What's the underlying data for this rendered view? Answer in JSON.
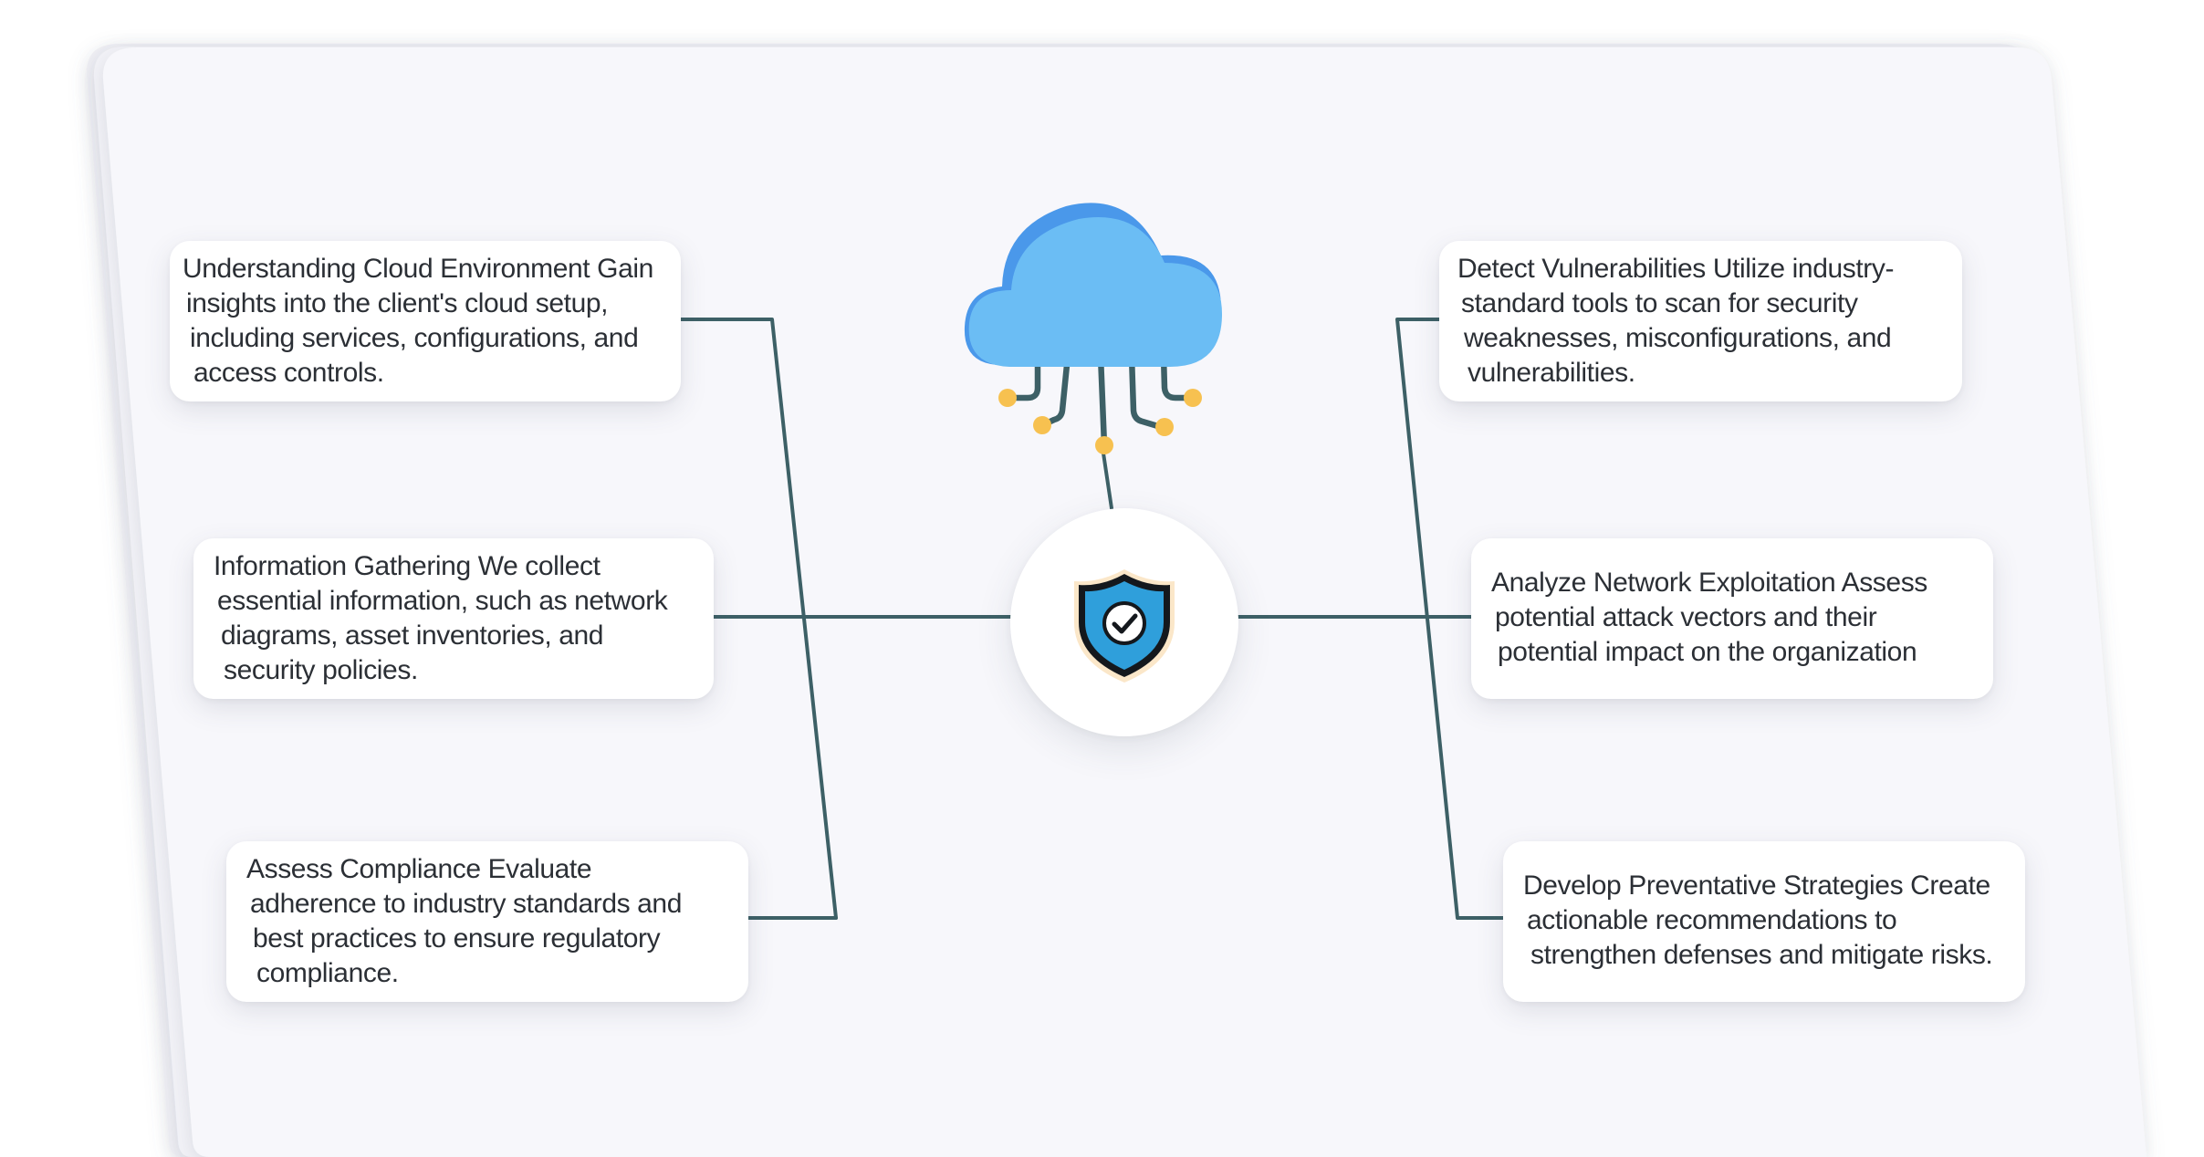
{
  "diagram": {
    "hub": {
      "icon": "shield-check-icon"
    },
    "cloud": {
      "icon": "cloud-network-icon"
    },
    "colors": {
      "connector": "#3d6066",
      "cloud_light": "#6bbdf4",
      "cloud_dark": "#4a98ea",
      "node_dot": "#f7c150",
      "shield_fill": "#2f9fdb",
      "shield_outline": "#14181d",
      "panel": "#f7f7fb"
    },
    "left_steps": [
      {
        "lines": [
          "Understanding Cloud Environment Gain",
          "insights into the client's cloud setup,",
          "including services, configurations, and",
          "access controls."
        ]
      },
      {
        "lines": [
          "Information Gathering We collect",
          "essential information, such as network",
          "diagrams, asset inventories, and",
          "security policies."
        ]
      },
      {
        "lines": [
          "Assess Compliance Evaluate",
          "adherence to industry standards and",
          "best practices to ensure regulatory",
          "compliance."
        ]
      }
    ],
    "right_steps": [
      {
        "lines": [
          "Detect Vulnerabilities Utilize industry-",
          "standard tools to scan for security",
          "weaknesses, misconfigurations, and",
          "vulnerabilities."
        ]
      },
      {
        "lines": [
          "Analyze Network Exploitation Assess",
          "potential attack vectors and their",
          "potential impact on the organization"
        ]
      },
      {
        "lines": [
          "Develop Preventative Strategies Create",
          "actionable recommendations to",
          "strengthen defenses and mitigate risks."
        ]
      }
    ]
  }
}
